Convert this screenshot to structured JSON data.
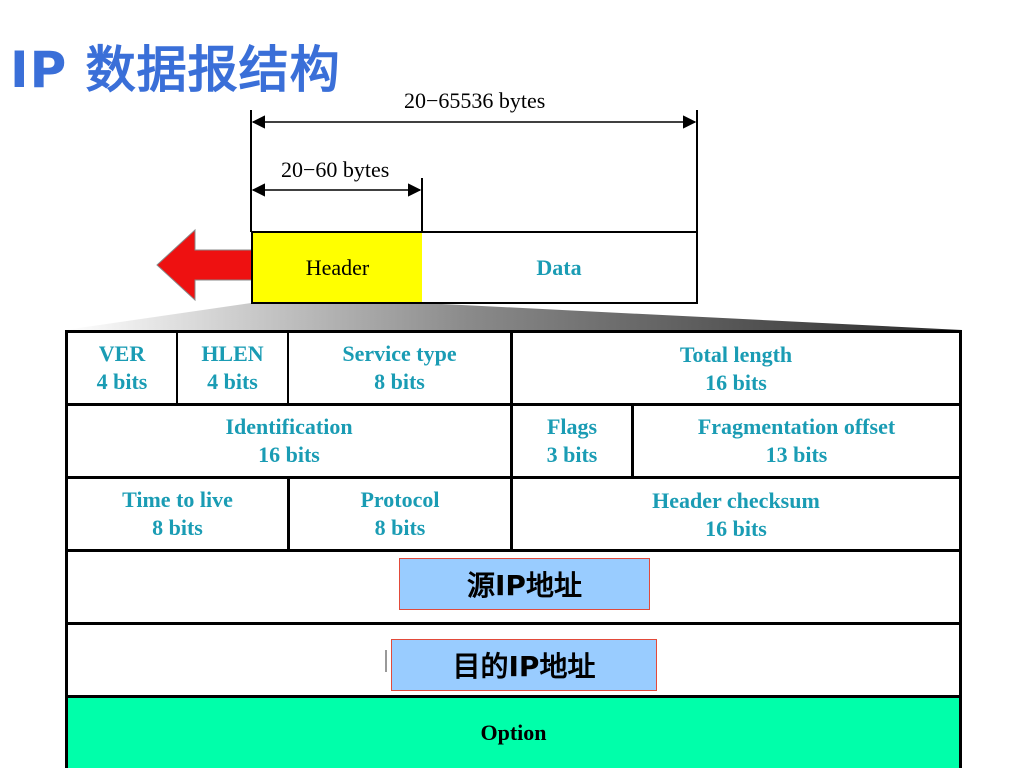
{
  "title": "IP 数据报结构",
  "dimensions": {
    "total_label": "20−65536 bytes",
    "header_label": "20−60 bytes"
  },
  "packet": {
    "header_label": "Header",
    "data_label": "Data"
  },
  "fields": {
    "ver": {
      "name": "VER",
      "size": "4 bits"
    },
    "hlen": {
      "name": "HLEN",
      "size": "4 bits"
    },
    "service_type": {
      "name": "Service type",
      "size": "8 bits"
    },
    "total_length": {
      "name": "Total length",
      "size": "16 bits"
    },
    "identification": {
      "name": "Identification",
      "size": "16 bits"
    },
    "flags": {
      "name": "Flags",
      "size": "3 bits"
    },
    "fragmentation_offset": {
      "name": "Fragmentation offset",
      "size": "13 bits"
    },
    "ttl": {
      "name": "Time to live",
      "size": "8 bits"
    },
    "protocol": {
      "name": "Protocol",
      "size": "8 bits"
    },
    "header_checksum": {
      "name": "Header checksum",
      "size": "16 bits"
    },
    "option": {
      "name": "Option"
    }
  },
  "overlays": {
    "source_ip": "源IP地址",
    "dest_ip": "目的IP地址"
  },
  "colors": {
    "title": "#3a6fd8",
    "field_text": "#1a9cb4",
    "header_fill": "#ffff00",
    "option_fill": "#00ffaa",
    "arrow_fill": "#ee1111",
    "ip_box_fill": "#99ccff"
  }
}
